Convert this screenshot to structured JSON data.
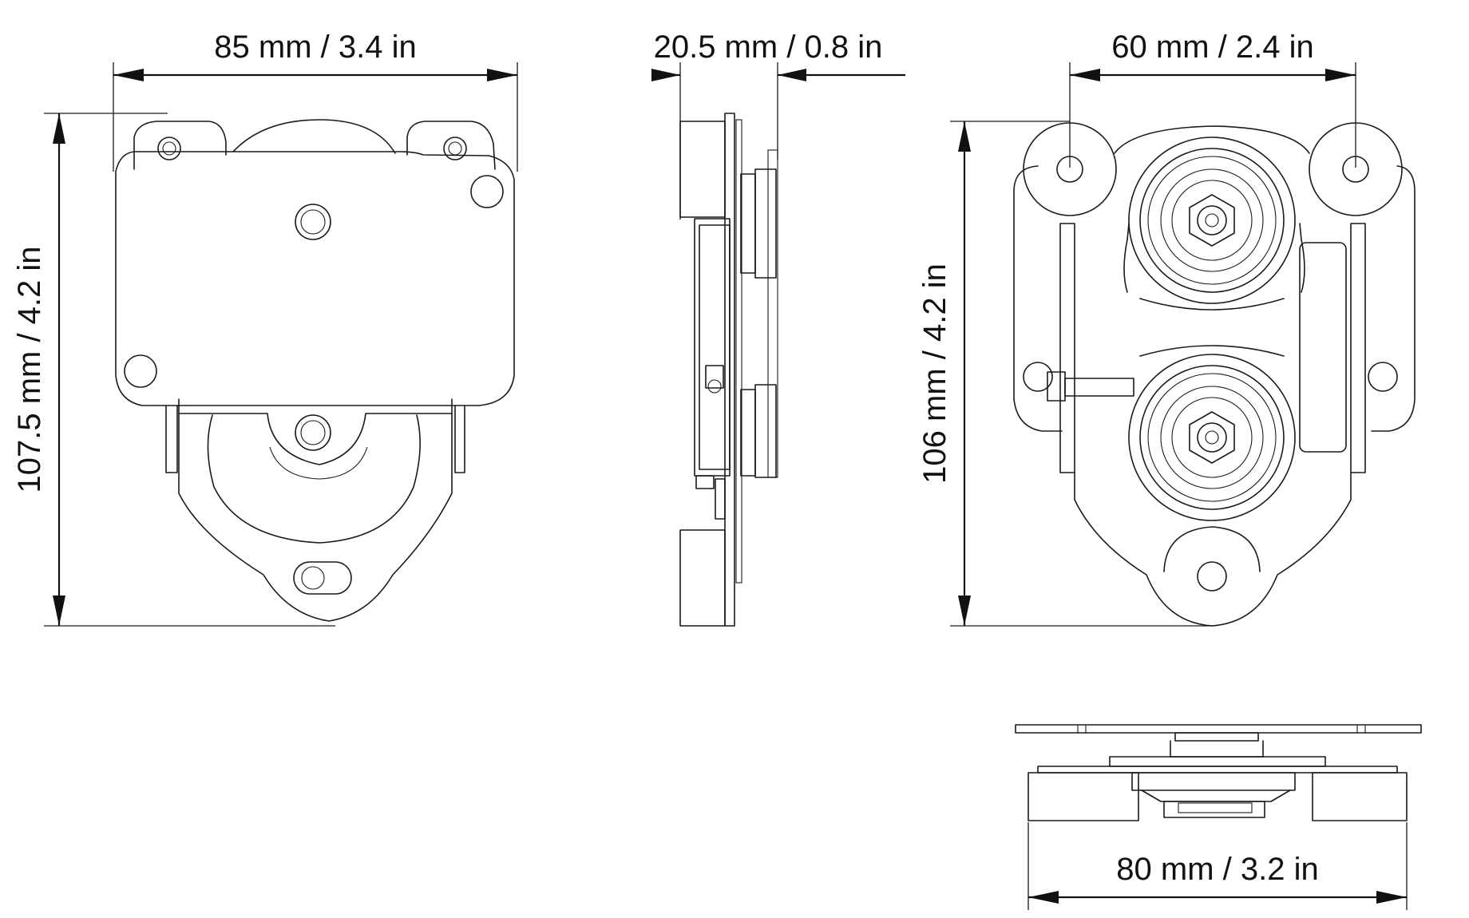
{
  "dimensions": {
    "front_width": "85 mm / 3.4 in",
    "front_height": "107.5 mm / 4.2 in",
    "side_depth": "20.5 mm / 0.8 in",
    "back_width": "60 mm / 2.4 in",
    "back_height": "106 mm / 4.2 in",
    "bottom_width": "80 mm / 3.2 in"
  },
  "colors": {
    "line": "#1a1a1a",
    "background": "#ffffff"
  }
}
